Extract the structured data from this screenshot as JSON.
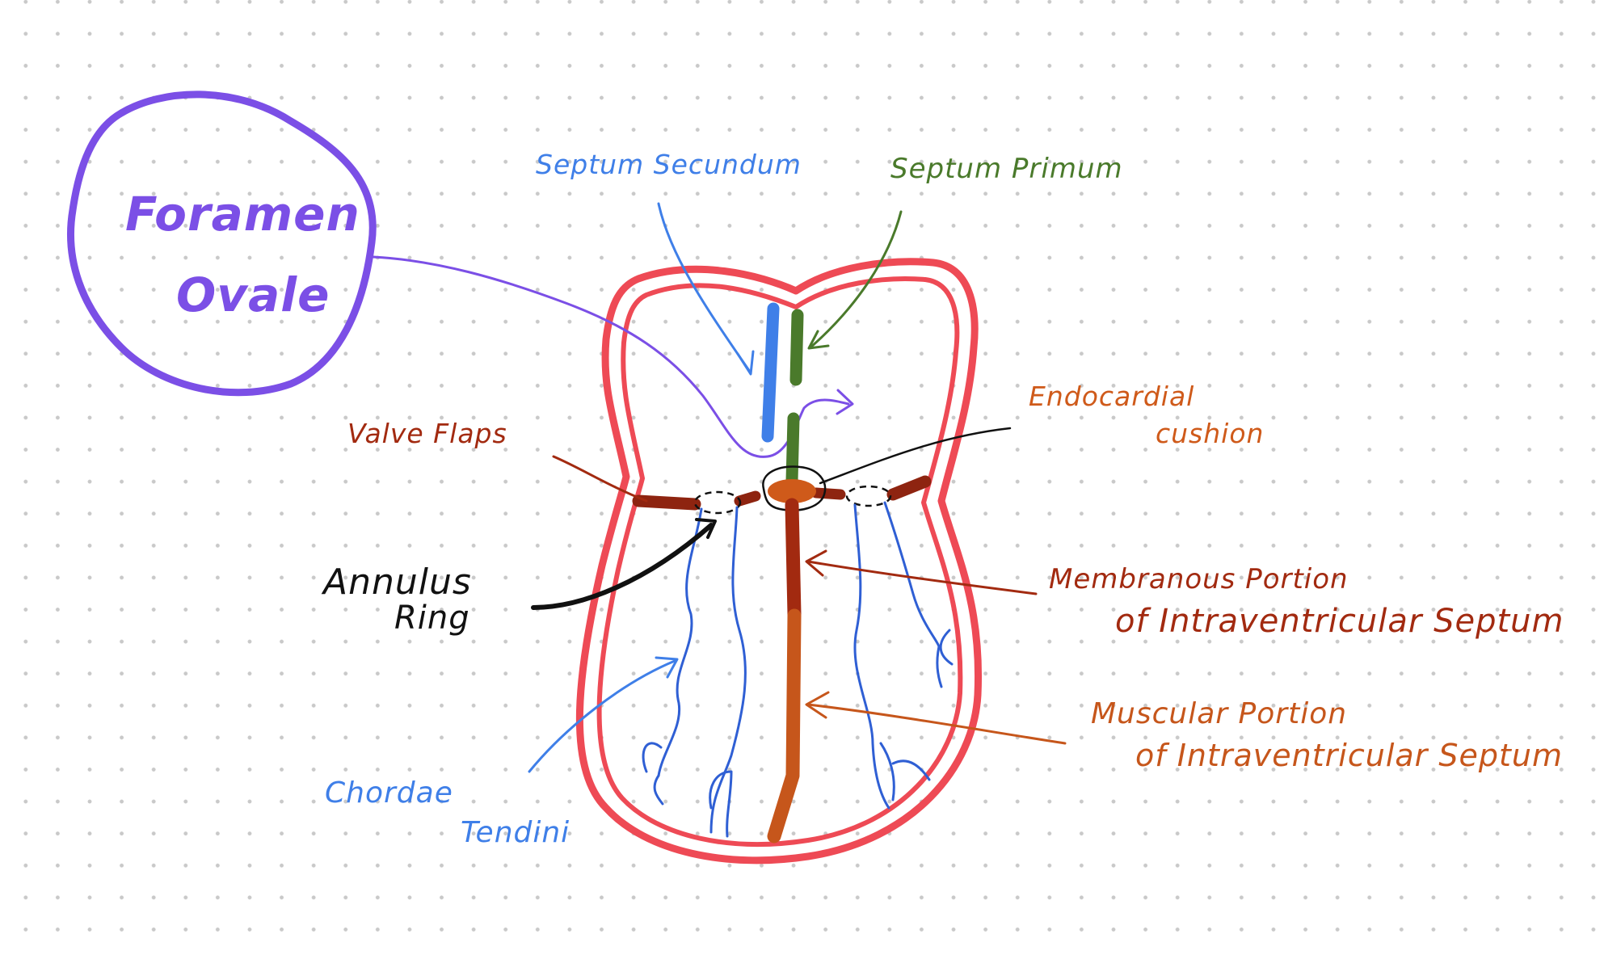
{
  "colors": {
    "background": "#ffffff",
    "grid_dot": "#c9c9c9",
    "heart_wall": "#ee4a55",
    "foramen": "#7b4fe6",
    "septum_secundum": "#3f7fe8",
    "septum_primum": "#4a7a2b",
    "endocardial_cushion": "#cf5a1a",
    "valve_flaps": "#8e2410",
    "membranous_septum": "#a22a10",
    "muscular_septum": "#c6561b",
    "annulus": "#111111",
    "chordae": "#2f5fd4"
  },
  "labels": {
    "foramen_line1": "Foramen",
    "foramen_line2": "Ovale",
    "septum_secundum": "Septum Secundum",
    "septum_primum": "Septum Primum",
    "endocardial_line1": "Endocardial",
    "endocardial_line2": "cushion",
    "valve_flaps": "Valve Flaps",
    "annulus_line1": "Annulus",
    "annulus_line2": "Ring",
    "membranous_line1": "Membranous Portion",
    "membranous_line2": "of Intraventricular Septum",
    "muscular_line1": "Muscular Portion",
    "muscular_line2": "of Intraventricular Septum",
    "chordae_line1": "Chordae",
    "chordae_line2": "Tendini"
  }
}
